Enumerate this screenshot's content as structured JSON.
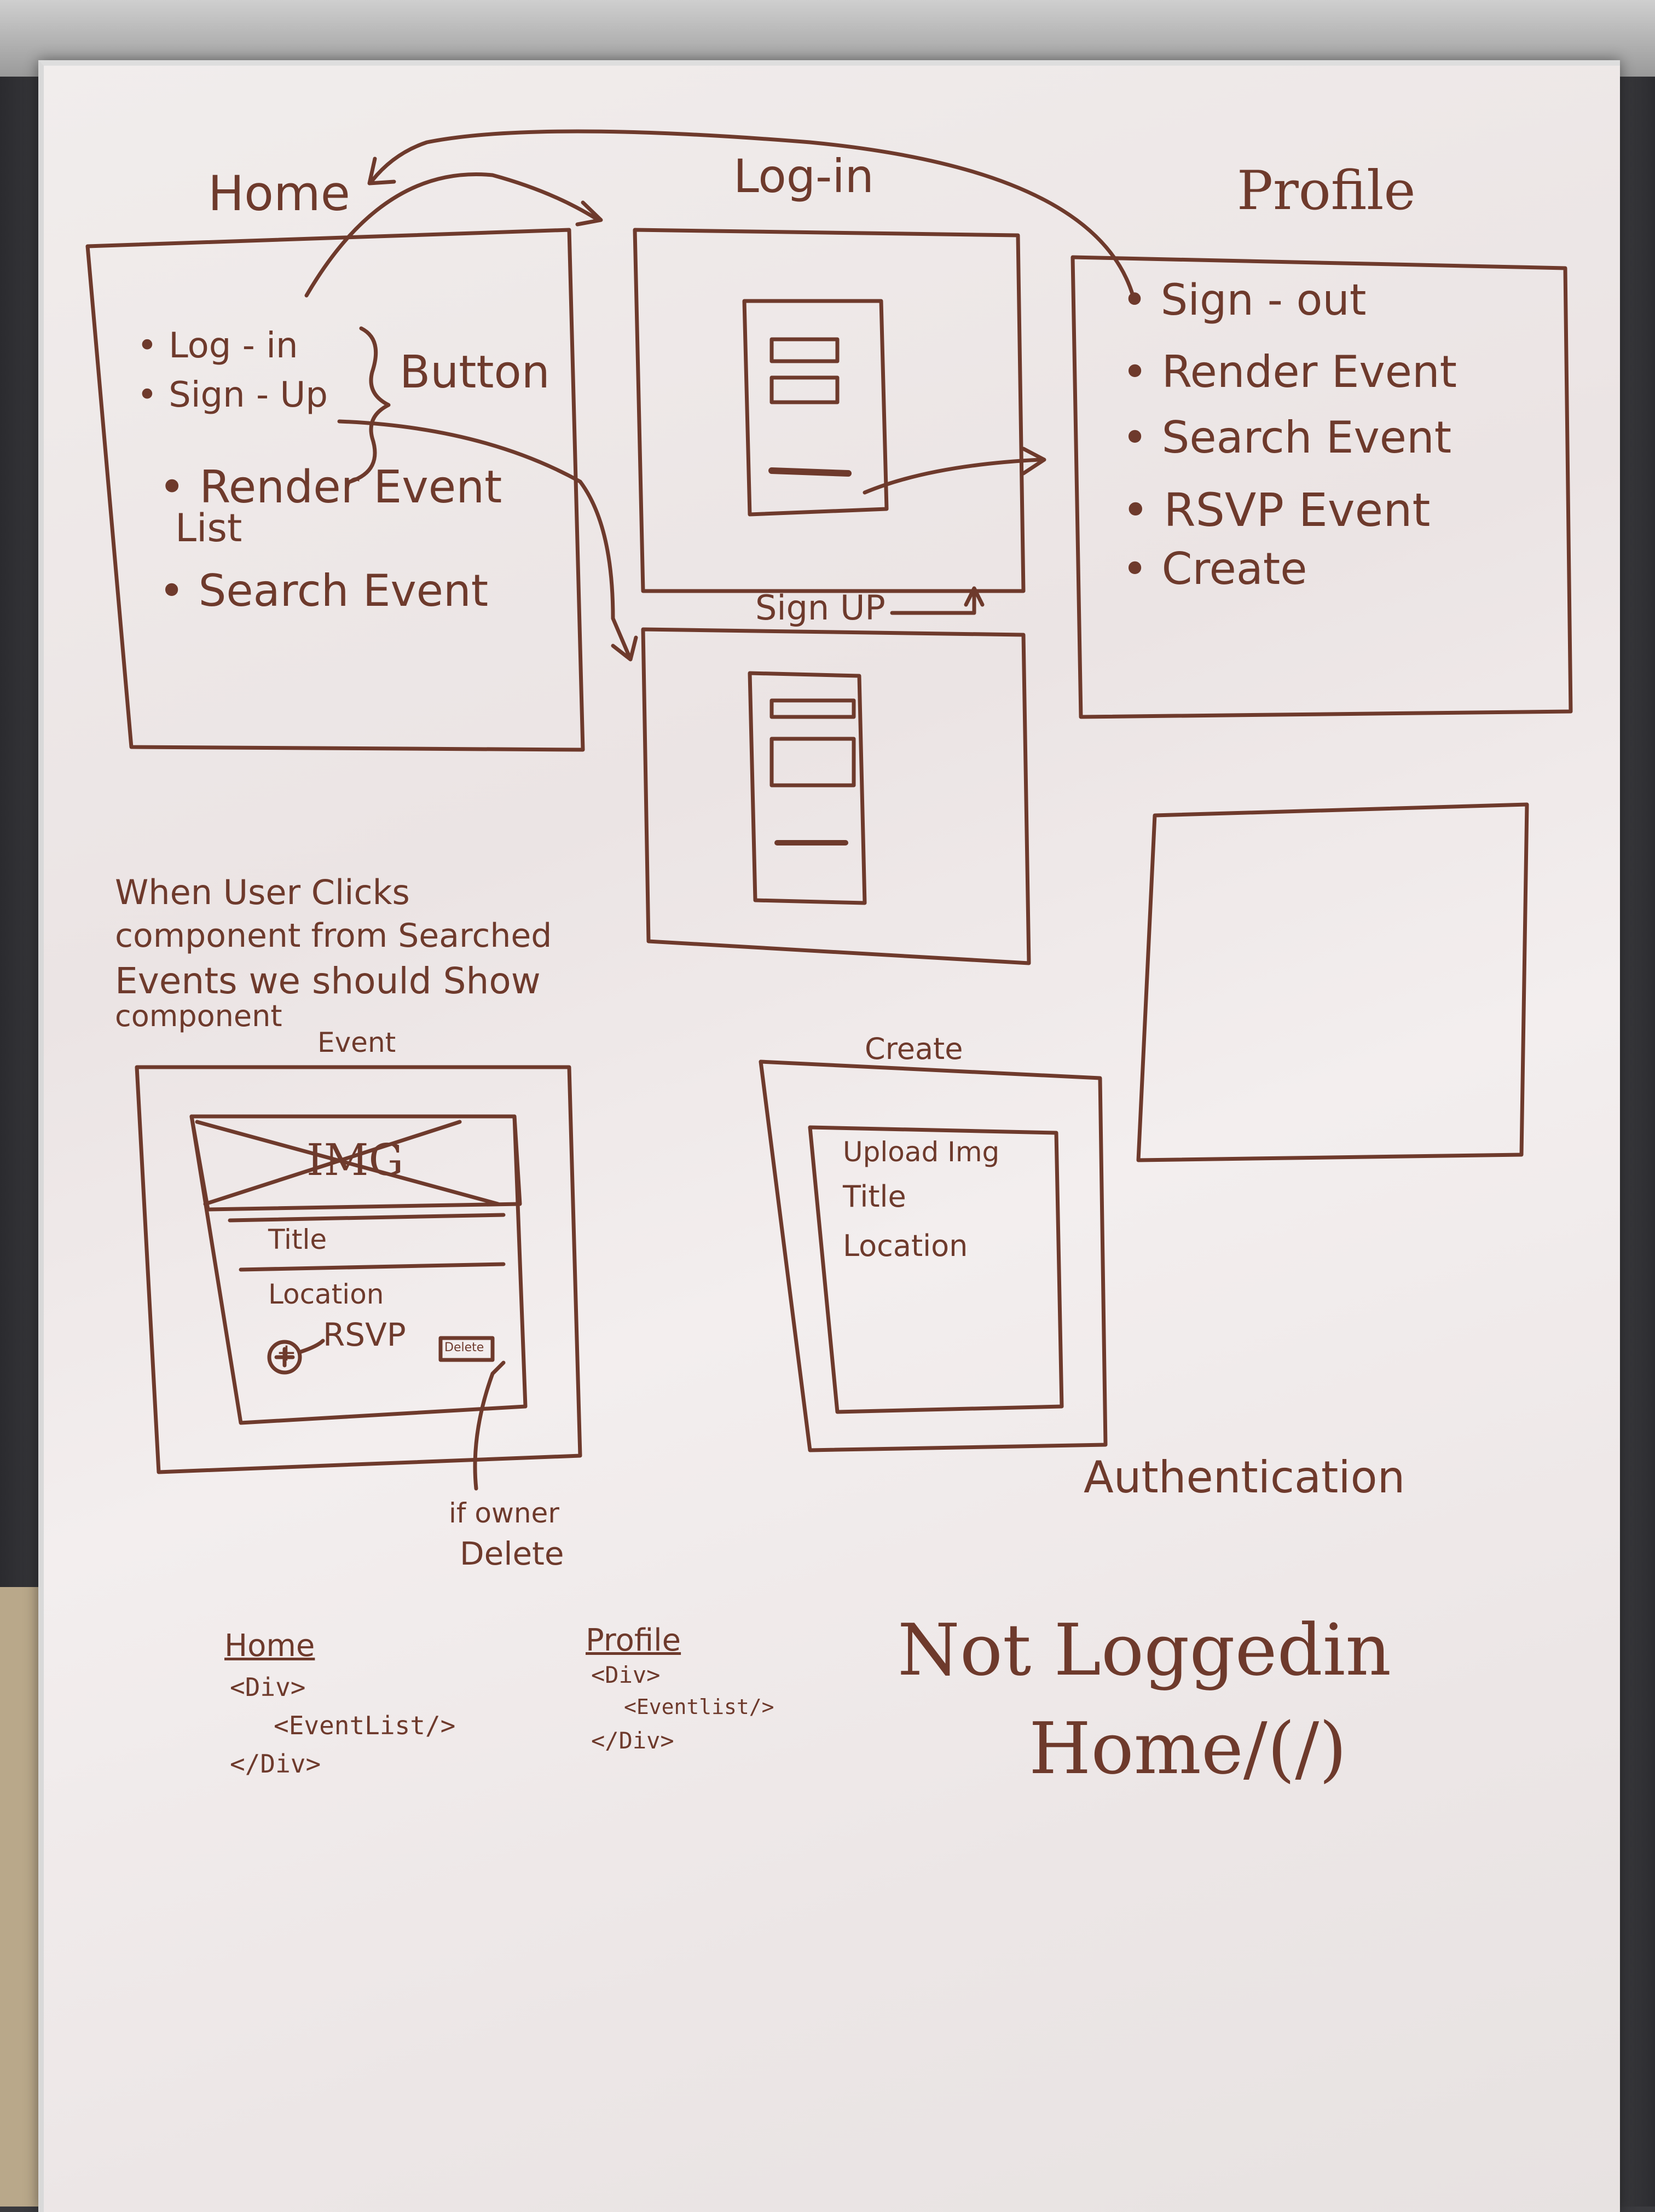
{
  "home_box": {
    "title": "Home",
    "items": [
      "• Log - in",
      "• Sign - Up",
      "• Render Event",
      "List",
      "• Search Event"
    ],
    "button_note": "Button"
  },
  "login_box": {
    "title": "Log-in"
  },
  "signup_box": {
    "title": "Sign UP"
  },
  "profile_box": {
    "title": "Profile",
    "items": [
      "• Sign - out",
      "• Render Event",
      "• Search Event",
      "• RSVP Event",
      "• Create"
    ]
  },
  "note": {
    "lines": [
      "When User Clicks",
      "component from Searched",
      "Events we should Show",
      "component"
    ]
  },
  "event_box": {
    "title": "Event",
    "img_label": "IMG",
    "title_label": "Title",
    "location_label": "Location",
    "rsvp_label": "RSVP",
    "plus_symbol": "+",
    "delete_small": "Delete",
    "annotation_lines": [
      "if owner",
      "Delete"
    ]
  },
  "create_box": {
    "title": "Create",
    "items": [
      "Upload Img",
      "Title",
      "Location"
    ]
  },
  "authentication_label": "Authentication",
  "code_home": {
    "heading": "Home",
    "lines": [
      "<Div>",
      "<EventList/>",
      "</Div>"
    ]
  },
  "code_profile": {
    "heading": "Profile",
    "lines": [
      "<Div>",
      "<Eventlist/>",
      "</Div>"
    ]
  },
  "not_logged_in": {
    "line1": "Not Loggedin",
    "line2": "Home/(/)"
  },
  "colors": {
    "marker": "#6e3a2c",
    "board": "#efeaea"
  }
}
